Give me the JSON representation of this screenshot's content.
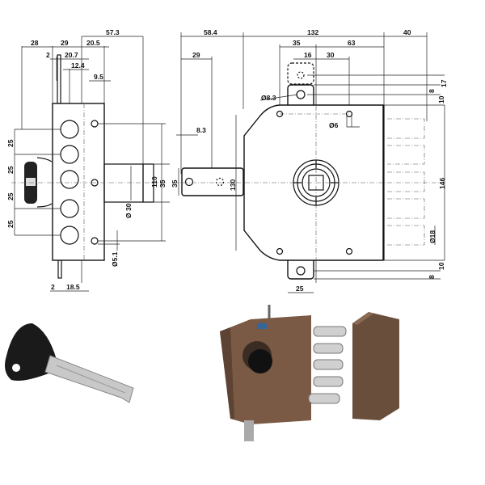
{
  "side_view": {
    "dims_top": [
      "28",
      "29",
      "57.3",
      "20.5",
      "2",
      "20.7",
      "12.4",
      "9.5"
    ],
    "dims_left": [
      "25",
      "25",
      "25",
      "25"
    ],
    "dims_right": [
      "110",
      "35"
    ],
    "diameters": [
      "Ø 30",
      "Ø5.1"
    ],
    "dims_bottom": [
      "2",
      "18.5"
    ]
  },
  "front_view": {
    "dims_top": [
      "58.4",
      "132",
      "40",
      "29",
      "35",
      "16",
      "30",
      "63"
    ],
    "tail": [
      "8.3",
      "35",
      "130"
    ],
    "holes": [
      "Ø8.3",
      "Ø6",
      "Ø18"
    ],
    "dims_right": [
      "8",
      "17",
      "10",
      "146",
      "10",
      "8"
    ],
    "dims_bottom": [
      "25"
    ]
  },
  "photos": {
    "key_label": "key",
    "lock_label": "lock"
  },
  "colors": {
    "lock_body": "#7a5a45",
    "key_head": "#1a1a1a",
    "chrome": "#c8c8c8"
  }
}
